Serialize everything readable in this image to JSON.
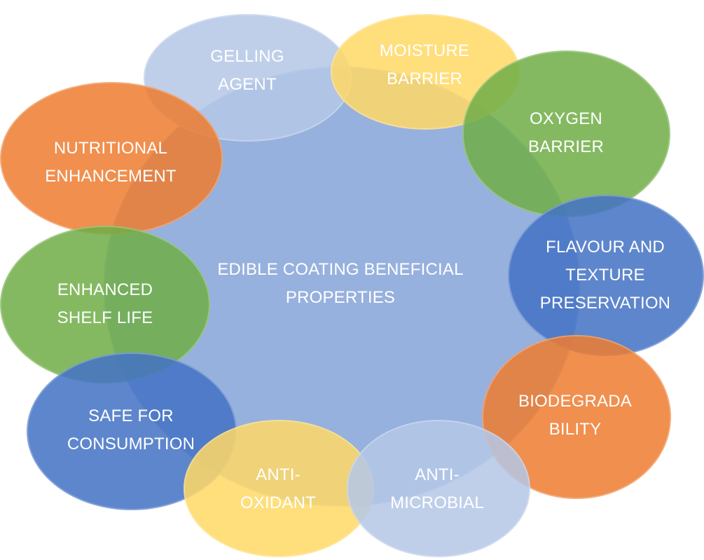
{
  "center": {
    "lines": [
      "EDIBLE COATING BENEFICIAL",
      "PROPERTIES"
    ],
    "color": "#8eaadb"
  },
  "nodes": [
    {
      "id": "gelling-agent",
      "lines": [
        "GELLING",
        "AGENT"
      ],
      "color": "#b4c7e7"
    },
    {
      "id": "moisture-barrier",
      "lines": [
        "MOISTURE",
        "BARRIER"
      ],
      "color": "#ffd966"
    },
    {
      "id": "oxygen-barrier",
      "lines": [
        "OXYGEN",
        "BARRIER"
      ],
      "color": "#70ad47"
    },
    {
      "id": "flavour-texture",
      "lines": [
        "FLAVOUR AND",
        "TEXTURE",
        "PRESERVATION"
      ],
      "color": "#4472c4"
    },
    {
      "id": "biodegradability",
      "lines": [
        "BIODEGRADA",
        "BILITY"
      ],
      "color": "#ed7d31"
    },
    {
      "id": "anti-microbial",
      "lines": [
        "ANTI-",
        "MICROBIAL"
      ],
      "color": "#b4c7e7"
    },
    {
      "id": "anti-oxidant",
      "lines": [
        "ANTI-",
        "OXIDANT"
      ],
      "color": "#ffd966"
    },
    {
      "id": "safe-consumption",
      "lines": [
        "SAFE FOR",
        "CONSUMPTION"
      ],
      "color": "#4472c4"
    },
    {
      "id": "enhanced-shelf-life",
      "lines": [
        "ENHANCED",
        "SHELF LIFE"
      ],
      "color": "#70ad47"
    },
    {
      "id": "nutritional-enhancement",
      "lines": [
        "NUTRITIONAL",
        "ENHANCEMENT"
      ],
      "color": "#ed7d31"
    }
  ]
}
